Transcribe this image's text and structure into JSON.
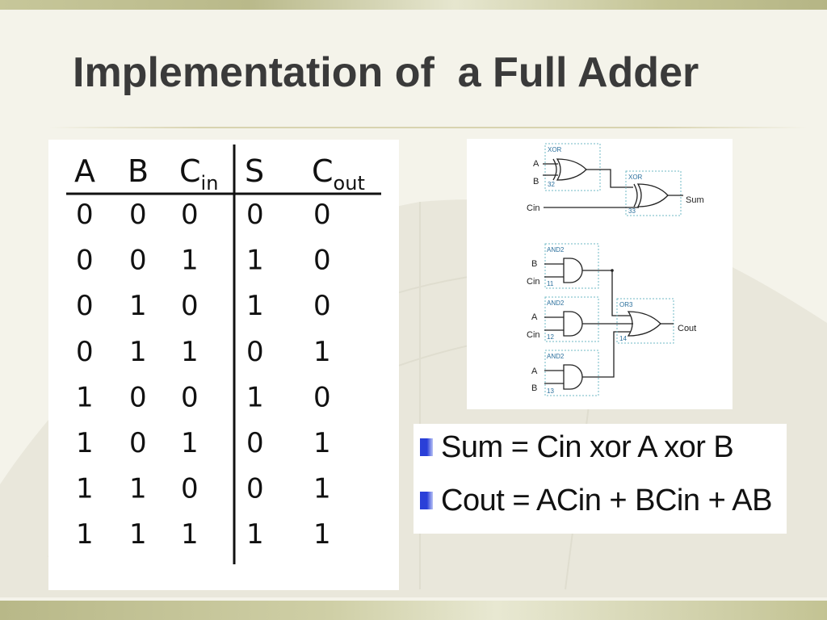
{
  "slide": {
    "title": "Implementation of  a Full Adder"
  },
  "truth_table": {
    "headers": [
      {
        "main": "A",
        "sub": ""
      },
      {
        "main": "B",
        "sub": ""
      },
      {
        "main": "C",
        "sub": "in"
      },
      {
        "main": "S",
        "sub": ""
      },
      {
        "main": "C",
        "sub": "out"
      }
    ],
    "rows": [
      [
        "0",
        "0",
        "0",
        "0",
        "0"
      ],
      [
        "0",
        "0",
        "1",
        "1",
        "0"
      ],
      [
        "0",
        "1",
        "0",
        "1",
        "0"
      ],
      [
        "0",
        "1",
        "1",
        "0",
        "1"
      ],
      [
        "1",
        "0",
        "0",
        "1",
        "0"
      ],
      [
        "1",
        "0",
        "1",
        "0",
        "1"
      ],
      [
        "1",
        "1",
        "0",
        "0",
        "1"
      ],
      [
        "1",
        "1",
        "1",
        "1",
        "1"
      ]
    ]
  },
  "circuit": {
    "xor1": {
      "name": "XOR",
      "number": "32",
      "in_a": "A",
      "in_b": "B"
    },
    "xor2": {
      "name": "XOR",
      "number": "33",
      "in_c": "Cin",
      "output": "Sum"
    },
    "and1": {
      "name": "AND2",
      "number": "11",
      "in_1": "B",
      "in_2": "Cin"
    },
    "and2": {
      "name": "AND2",
      "number": "12",
      "in_1": "A",
      "in_2": "Cin"
    },
    "and3": {
      "name": "AND2",
      "number": "13",
      "in_1": "A",
      "in_2": "B"
    },
    "or3": {
      "name": "OR3",
      "number": "14",
      "output": "Cout"
    }
  },
  "equations": [
    {
      "text": "Sum = Cin xor A xor B"
    },
    {
      "text": "Cout = ACin + BCin + AB"
    }
  ],
  "colors": {
    "accent_bar": "#c4c495",
    "block_outline": "#6fb9c4",
    "bullet_blue": "#2a3fd8",
    "title_text": "#3a3a3a"
  }
}
